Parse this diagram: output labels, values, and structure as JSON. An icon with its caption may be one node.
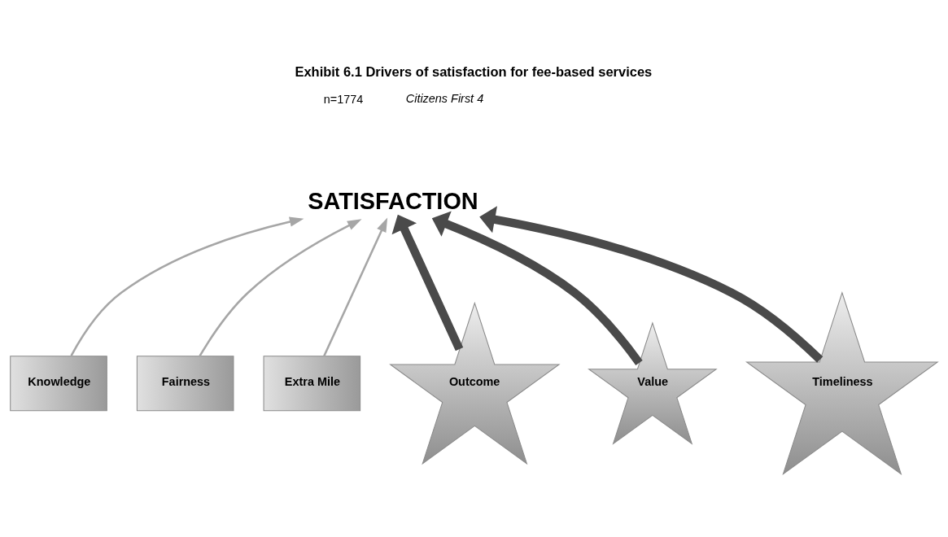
{
  "diagram": {
    "title": "Exhibit 6.1 Drivers of satisfaction for fee-based services",
    "nodes": [
      {
        "text": [
          "SATISFACTION"
        ]
      },
      {
        "text": [
          "Knowledge"
        ]
      },
      {
        "text": [
          "Fairness"
        ]
      },
      {
        "text": [
          "Extra Mile"
        ]
      },
      {
        "text": [
          "Outcome"
        ]
      },
      {
        "text": [
          "Value"
        ]
      },
      {
        "text": [
          "Timeliness"
        ]
      }
    ],
    "edges": [
      {
        "from": 1,
        "to": 0,
        "arrow": "to",
        "color": "#a6a6a6"
      },
      {
        "from": 2,
        "to": 0,
        "arrow": "to",
        "color": "#a6a6a6"
      },
      {
        "from": 3,
        "to": 0,
        "arrow": "to",
        "color": "#a6a6a6"
      },
      {
        "from": 4,
        "to": 0,
        "arrow": "to",
        "style": "thick",
        "color": "#4a4a4a"
      },
      {
        "from": 5,
        "to": 0,
        "arrow": "to",
        "style": "thick",
        "color": "#4a4a4a"
      },
      {
        "from": 6,
        "to": 0,
        "arrow": "to",
        "style": "thick",
        "color": "#4a4a4a"
      }
    ],
    "labels": [
      "n=1774",
      "Citizens First 4"
    ]
  }
}
